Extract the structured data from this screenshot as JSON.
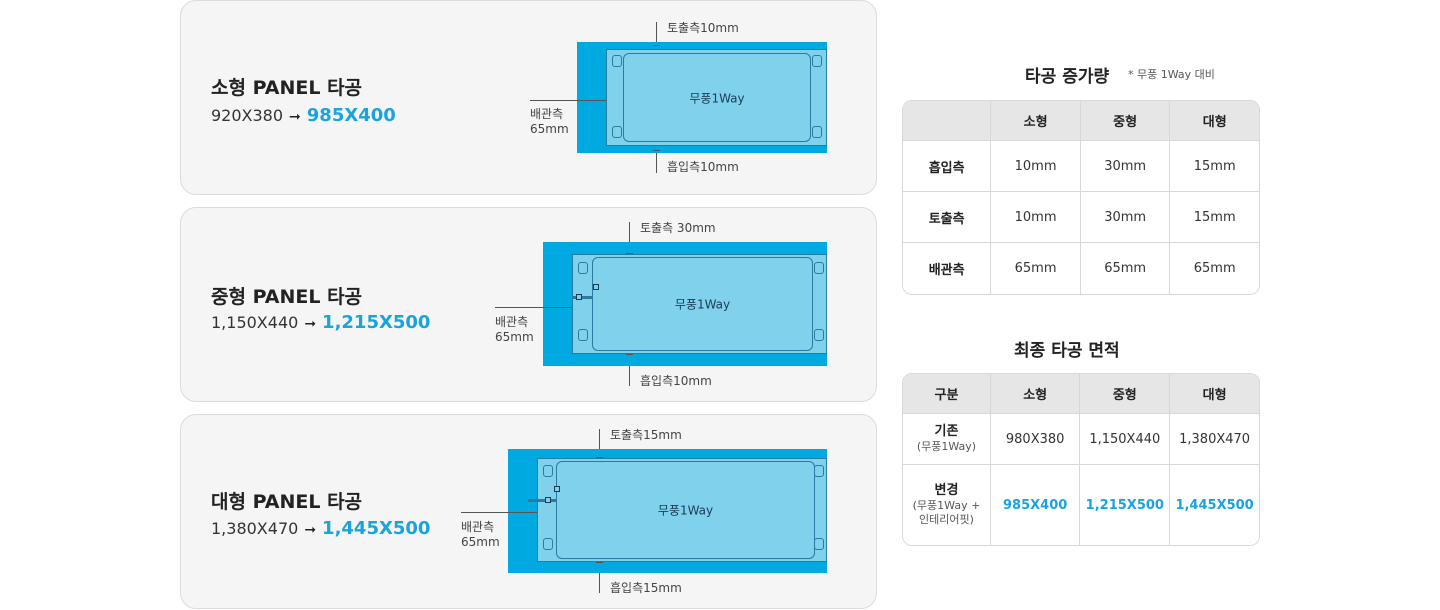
{
  "panels": {
    "small": {
      "title": "소형 PANEL 타공",
      "before": "920X380",
      "after": "985X400",
      "unit_label": "무풍1Way",
      "top_dim": "토출측10mm",
      "bottom_dim": "흡입측10mm",
      "side_dim_line1": "배관측",
      "side_dim_line2": "65mm"
    },
    "medium": {
      "title": "중형 PANEL 타공",
      "before": "1,150X440",
      "after": "1,215X500",
      "unit_label": "무풍1Way",
      "top_dim": "토출측 30mm",
      "bottom_dim": "흡입측10mm",
      "side_dim_line1": "배관측",
      "side_dim_line2": "65mm"
    },
    "large": {
      "title": "대형 PANEL 타공",
      "before": "1,380X470",
      "after": "1,445X500",
      "unit_label": "무풍1Way",
      "top_dim": "토출측15mm",
      "bottom_dim": "흡입측15mm",
      "side_dim_line1": "배관측",
      "side_dim_line2": "65mm"
    }
  },
  "increase": {
    "heading": "타공 증가량",
    "note": "* 무풍 1Way 대비",
    "columns": [
      "",
      "소형",
      "중형",
      "대형"
    ],
    "rows": [
      {
        "label": "흡입측",
        "values": [
          "10mm",
          "30mm",
          "15mm"
        ]
      },
      {
        "label": "토출측",
        "values": [
          "10mm",
          "30mm",
          "15mm"
        ]
      },
      {
        "label": "배관측",
        "values": [
          "65mm",
          "65mm",
          "65mm"
        ]
      }
    ]
  },
  "final_area": {
    "heading": "최종 타공 면적",
    "columns": [
      "구분",
      "소형",
      "중형",
      "대형"
    ],
    "rows": [
      {
        "label": "기존",
        "sub": "(무풍1Way)",
        "values": [
          "980X380",
          "1,150X440",
          "1,380X470"
        ]
      },
      {
        "label": "변경",
        "sub": "(무풍1Way +",
        "sub2": "인테리어핏)",
        "values": [
          "985X400",
          "1,215X500",
          "1,445X500"
        ]
      }
    ]
  },
  "colors": {
    "accent": "#1aa3dc",
    "outer_cutout": "#00a9e0",
    "unit_fill": "#7fd1ec"
  }
}
